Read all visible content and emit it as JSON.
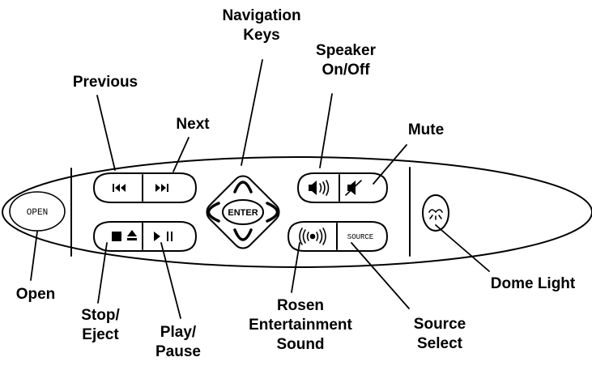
{
  "labels": {
    "navigation_keys": [
      "Navigation",
      "Keys"
    ],
    "speaker_on_off": [
      "Speaker",
      "On/Off"
    ],
    "previous": [
      "Previous"
    ],
    "next": [
      "Next"
    ],
    "mute": [
      "Mute"
    ],
    "open": [
      "Open"
    ],
    "dome_light": [
      "Dome Light"
    ],
    "stop_eject": [
      "Stop/",
      "Eject"
    ],
    "play_pause": [
      "Play/",
      "Pause"
    ],
    "rosen_sound": [
      "Rosen",
      "Entertainment",
      "Sound"
    ],
    "source_select": [
      "Source",
      "Select"
    ]
  },
  "keys": {
    "open": "OPEN",
    "enter": "ENTER",
    "source": "SOURCE",
    "previous_glyph": "|◀◀",
    "next_glyph": "▶▶|",
    "play_pause_glyph": "▶ II",
    "rosen_glyph": "((o))"
  },
  "icons": {
    "previous": "skip-back-icon",
    "next": "skip-forward-icon",
    "stop": "stop-square-icon",
    "eject": "eject-icon",
    "play_pause": "play-pause-icon",
    "speaker": "speaker-on-icon",
    "mute": "speaker-muted-icon",
    "dome_light": "dome-light-icon",
    "rosen_sound": "broadcast-icon"
  },
  "colors": {
    "ink": "#000000",
    "background": "#ffffff"
  }
}
